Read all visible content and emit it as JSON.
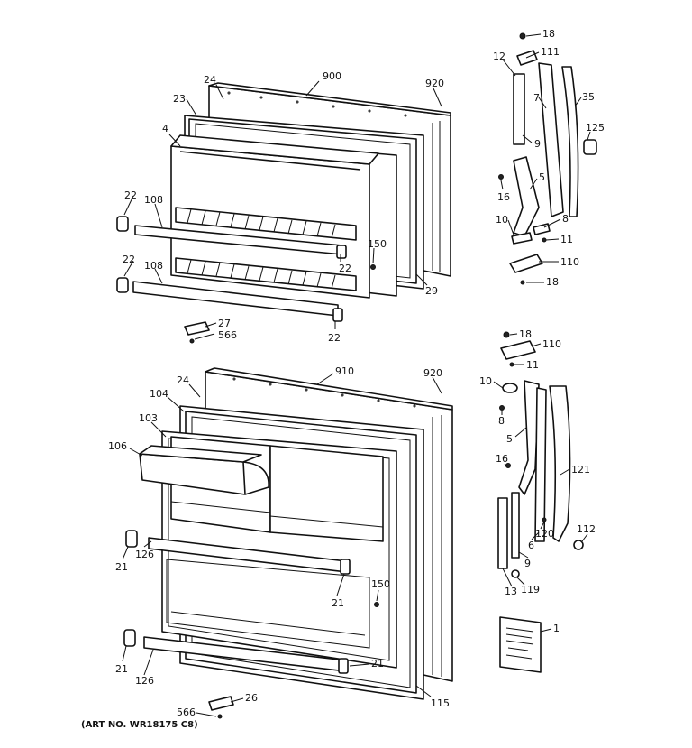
{
  "caption": "(ART NO. WR18175 C8)",
  "labels": {
    "upper_door": [
      "900",
      "920",
      "24",
      "23",
      "4",
      "22",
      "108",
      "22",
      "108",
      "150",
      "22",
      "29",
      "27",
      "566",
      "22"
    ],
    "upper_hinge": [
      "18",
      "111",
      "12",
      "7",
      "35",
      "125",
      "9",
      "16",
      "5",
      "10",
      "8",
      "11",
      "110",
      "18"
    ],
    "lower_door": [
      "910",
      "920",
      "24",
      "104",
      "103",
      "106",
      "21",
      "126",
      "21",
      "150",
      "21",
      "126",
      "21",
      "115",
      "566",
      "26"
    ],
    "lower_hinge": [
      "18",
      "110",
      "11",
      "10",
      "8",
      "5",
      "16",
      "121",
      "120",
      "112",
      "6",
      "9",
      "13",
      "119",
      "1"
    ]
  }
}
